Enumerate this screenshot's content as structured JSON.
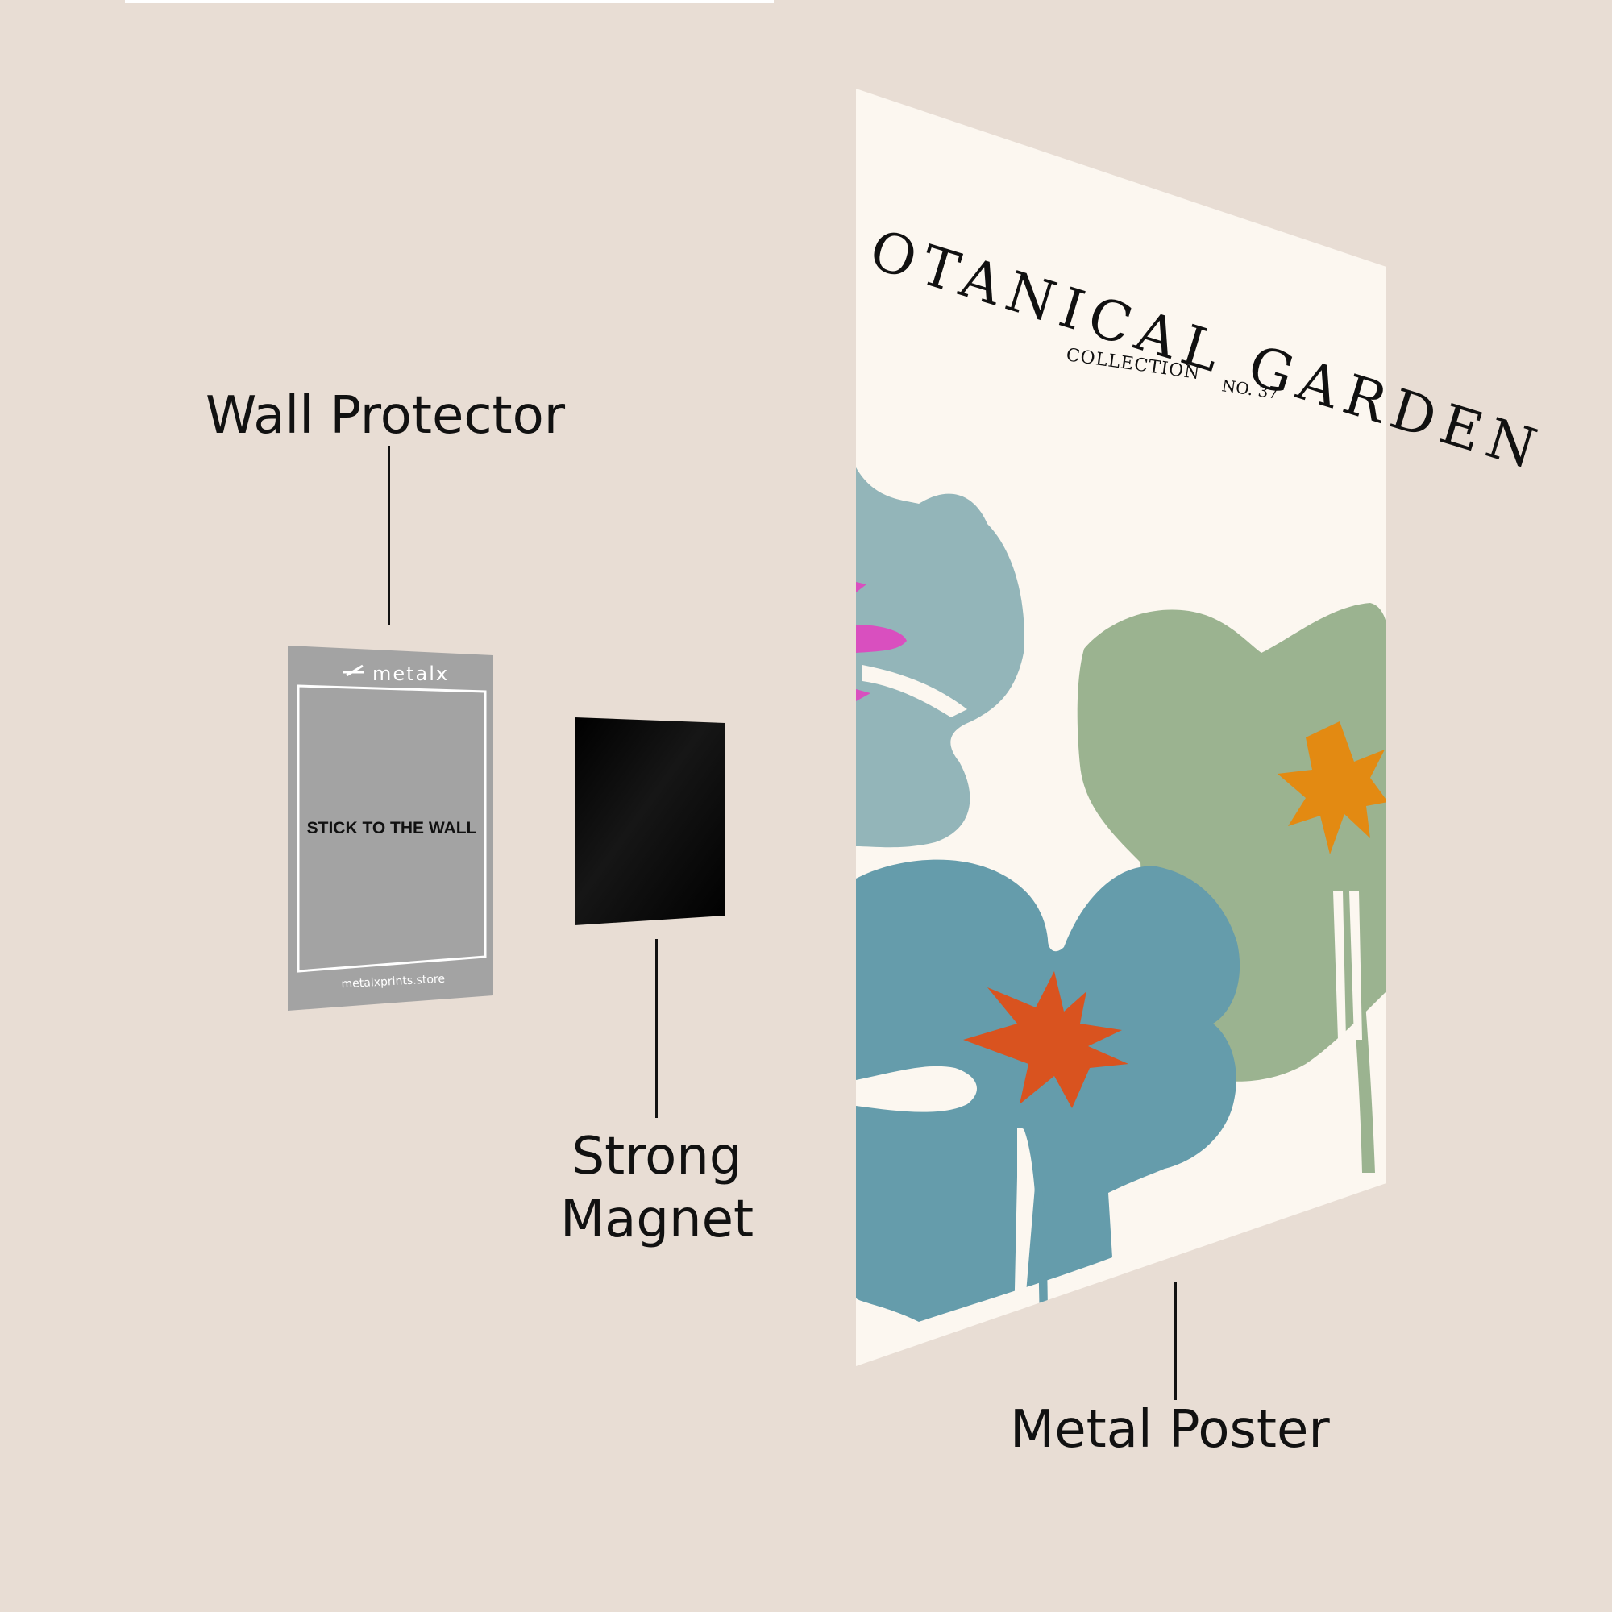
{
  "labels": {
    "wall_protector": "Wall Protector",
    "strong_magnet_line1": "Strong",
    "strong_magnet_line2": "Magnet",
    "metal_poster": "Metal Poster"
  },
  "wall_protector_card": {
    "brand": "metalx",
    "instruction": "STICK TO THE WALL",
    "website": "metalxprints.store"
  },
  "poster": {
    "title": "OTANICAL GARDEN",
    "subtitle_left": "COLLECTION",
    "subtitle_right": "NO. 37"
  },
  "colors": {
    "background": "#e8ddd4",
    "card_gray": "#a3a3a3",
    "magnet_black": "#050505",
    "poster_cream": "#fcf7f0",
    "petal_light_blue": "#93b5b9",
    "petal_blue": "#659cab",
    "petal_green": "#9bb390",
    "center_orange": "#e38a12",
    "center_red": "#d9531f",
    "accent_pink": "#d94fbf"
  }
}
